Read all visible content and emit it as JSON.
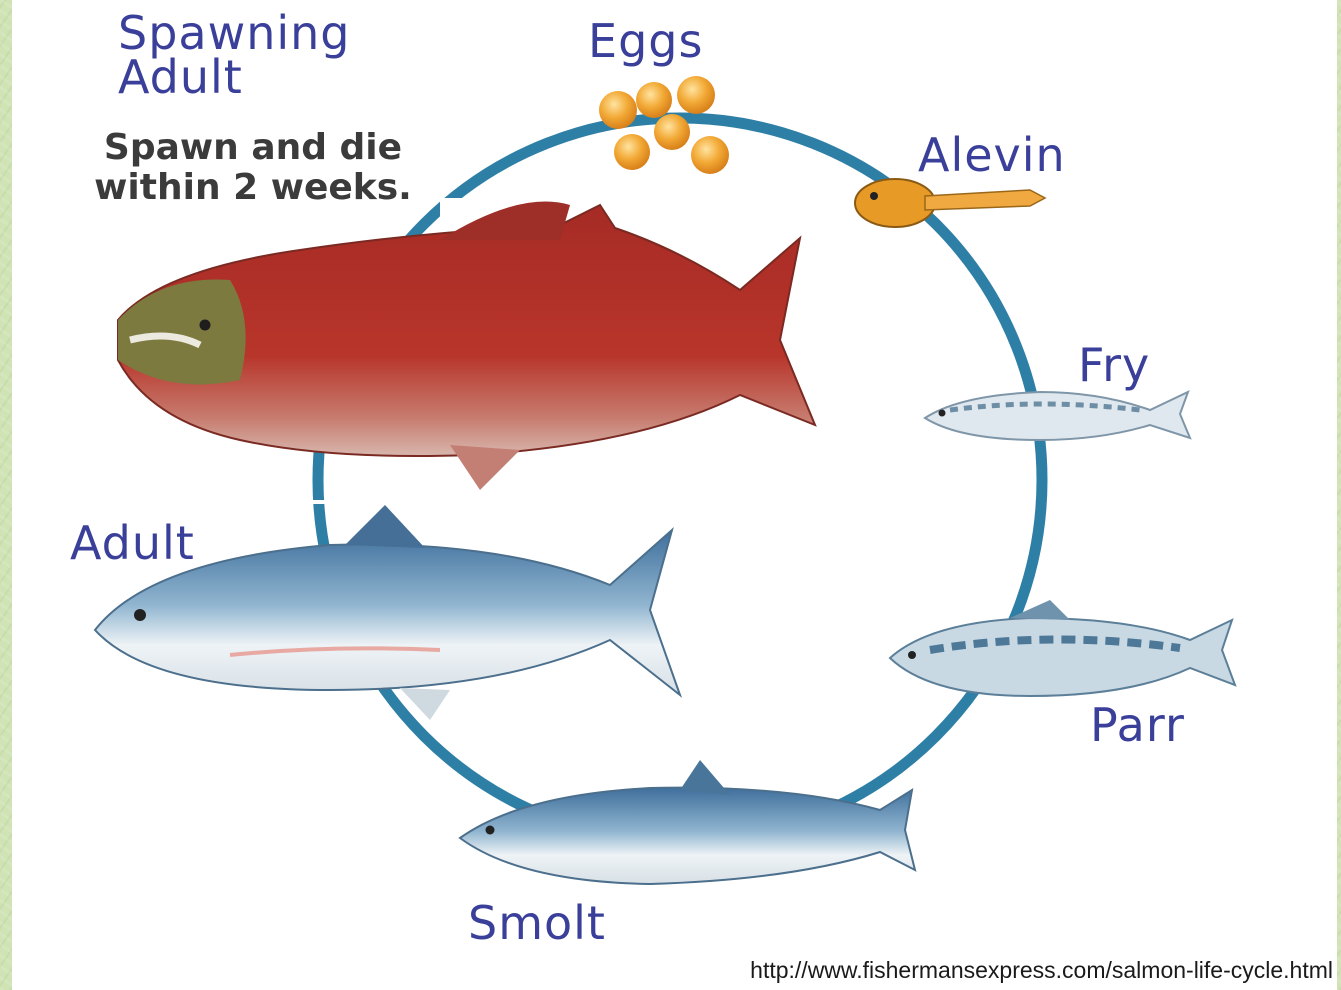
{
  "labels": {
    "spawning_adult": "Spawning\nAdult",
    "spawning_note": "Spawn and die\nwithin 2 weeks.",
    "eggs": "Eggs",
    "alevin": "Alevin",
    "fry": "Fry",
    "parr": "Parr",
    "smolt": "Smolt",
    "adult": "Adult"
  },
  "source_url": "http://www.fishermansexpress.com/salmon-life-cycle.html",
  "colors": {
    "cycle_ring": "#2e7fa6",
    "label_text": "#3a3f9a",
    "spawning_body": "#b3322a",
    "ocean_fish_back": "#4f7fa8",
    "egg": "#f0a93a"
  }
}
